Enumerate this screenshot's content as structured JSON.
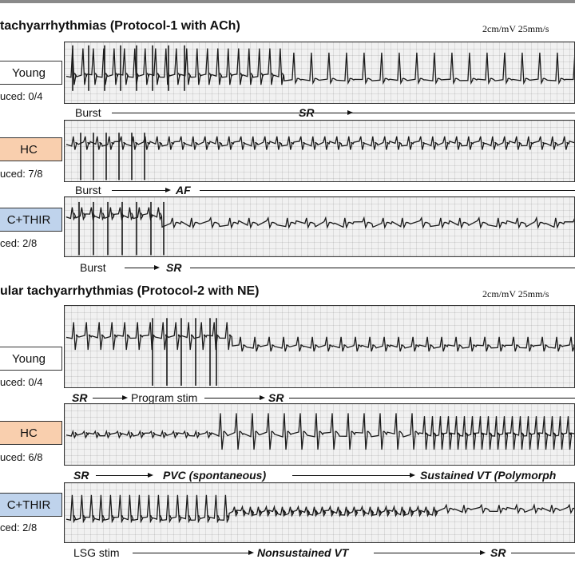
{
  "panel_top": {
    "title": "tachyarrhythmias (Protocol-1 with ACh)",
    "scale": "2cm/mV   25mm/s",
    "rows": [
      {
        "group": "Young",
        "induced": "uced: 0/4",
        "color": "#ffffff",
        "annotations": {
          "start": "Burst",
          "mid": "SR",
          "end": ""
        }
      },
      {
        "group": "HC",
        "induced": "uced: 7/8",
        "color": "#f9cfae",
        "annotations": {
          "start": "Burst",
          "mid": "AF",
          "end": ""
        }
      },
      {
        "group": "C+THIR",
        "induced": "ced: 2/8",
        "color": "#bfd3ec",
        "annotations": {
          "start": "Burst",
          "mid": "SR",
          "end": ""
        }
      }
    ]
  },
  "panel_bottom": {
    "title": "ular tachyarrhythmias (Protocol-2 with NE)",
    "scale": "2cm/mV   25mm/s",
    "rows": [
      {
        "group": "Young",
        "induced": "uced: 0/4",
        "color": "#ffffff",
        "annotations": {
          "start": "SR",
          "mid": "Program stim",
          "end": "SR"
        }
      },
      {
        "group": "HC",
        "induced": "uced: 6/8",
        "color": "#f9cfae",
        "annotations": {
          "start": "SR",
          "mid": "PVC (spontaneous)",
          "end": "Sustained VT (Polymorph"
        }
      },
      {
        "group": "C+THIR",
        "induced": "ced: 2/8",
        "color": "#bfd3ec",
        "annotations": {
          "start": "LSG stim",
          "mid": "Nonsustained VT",
          "end": "SR"
        }
      }
    ]
  }
}
